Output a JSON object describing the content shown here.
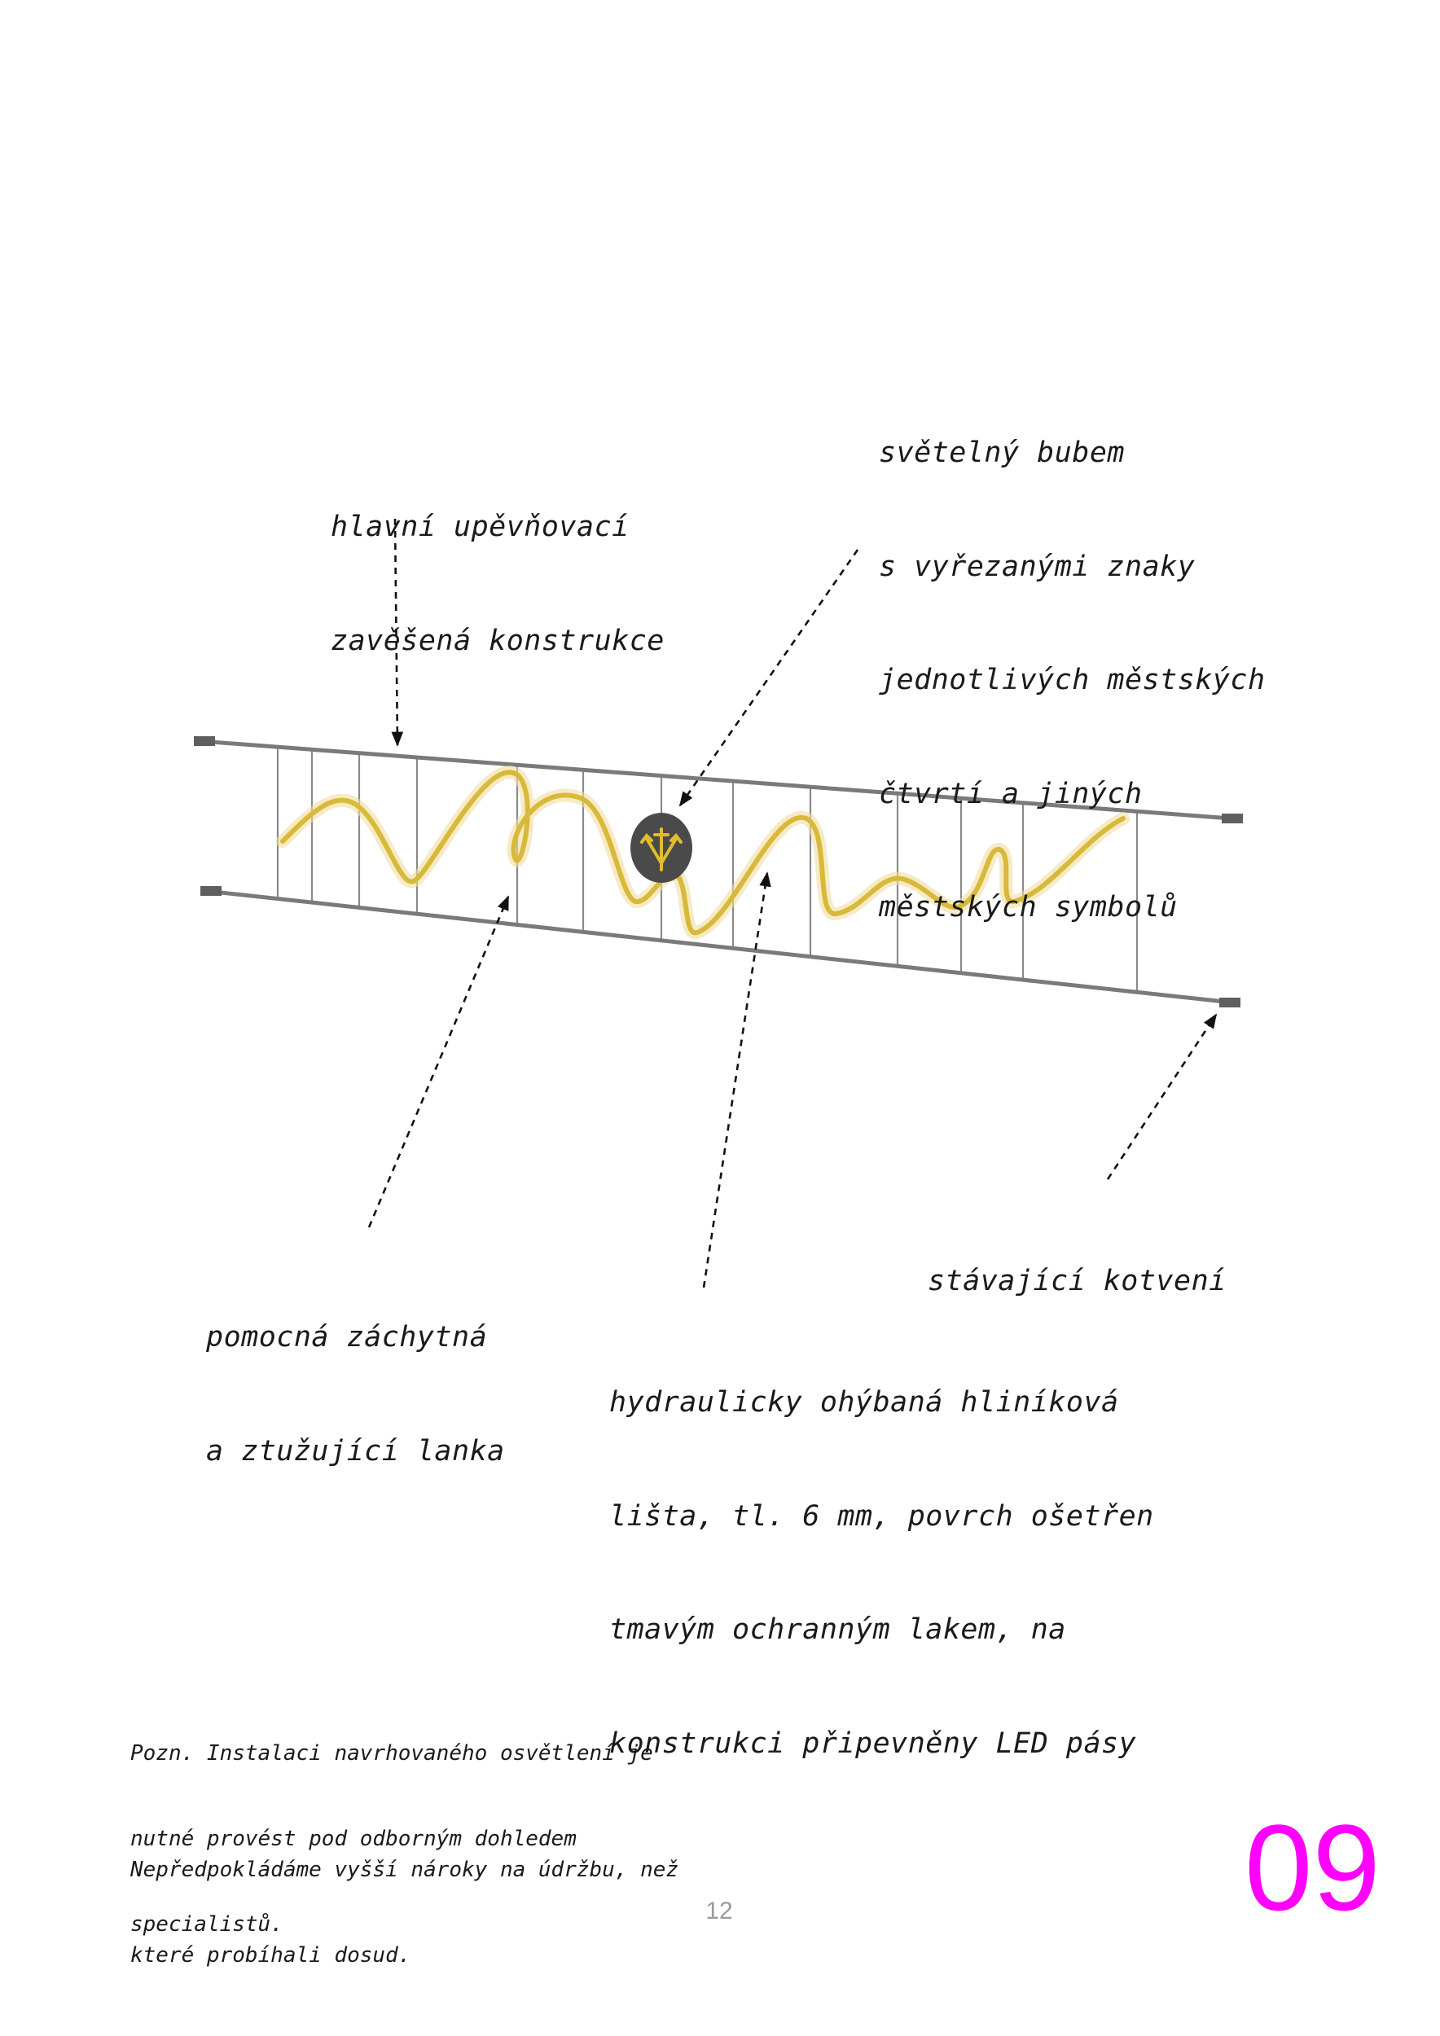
{
  "labels": {
    "main_structure": [
      "hlavní upěvňovací",
      "zavěšená konstrukce"
    ],
    "light_drum": [
      "světelný bubem",
      "s vyřezanými znaky",
      "jednotlivých městských",
      "čtvrtí a jiných",
      "městských symbolů"
    ],
    "support_cable": [
      "pomocná záchytná",
      "a ztužující lanka"
    ],
    "anchoring": [
      "stávající kotvení"
    ],
    "aluminium_strip": [
      "hydraulicky ohýbaná hliníková",
      "lišta, tl. 6 mm, povrch ošetřen",
      "tmavým ochranným lakem, na",
      "konstrukci připevněny LED pásy"
    ]
  },
  "notes": {
    "note1": [
      "Pozn. Instalaci navrhovaného osvětlení je",
      "nutné provést pod odborným dohledem",
      "specialistů."
    ],
    "note2": [
      "Nepředpokládáme vyšší nároky na údržbu, než",
      "které probíhali dosud."
    ]
  },
  "page_number": "12",
  "chapter_number": "09",
  "colors": {
    "chapter": "#ff00ff",
    "led": "#d9b93a",
    "rail": "#7a7a7a",
    "drum": "#4a4a4a"
  }
}
